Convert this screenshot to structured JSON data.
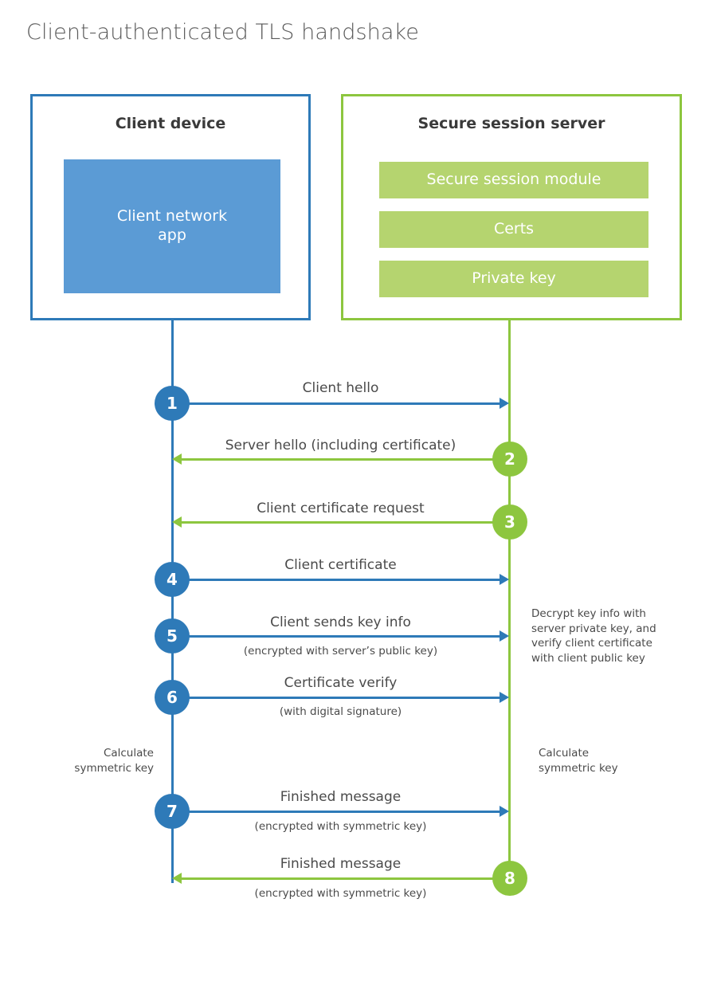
{
  "title": "Client-authenticated TLS handshake",
  "colors": {
    "client_blue": "#2e7ab8",
    "client_app_blue": "#5b9bd5",
    "server_green": "#8dc63f",
    "server_block_green": "#b5d46f",
    "text_gray": "#4a4a4a",
    "title_gray": "#5a5a5a",
    "background": "#ffffff"
  },
  "client": {
    "title": "Client device",
    "blocks": [
      {
        "label": "Client network\napp",
        "line1": "Client network",
        "line2": "app"
      }
    ]
  },
  "server": {
    "title": "Secure session server",
    "blocks": [
      {
        "label": "Secure session module"
      },
      {
        "label": "Certs"
      },
      {
        "label": "Private key"
      }
    ]
  },
  "steps": [
    {
      "number": "1",
      "label": "Client hello",
      "sublabel": "",
      "direction": "client-to-server",
      "color": "blue"
    },
    {
      "number": "2",
      "label": "Server hello (including certificate)",
      "sublabel": "",
      "direction": "server-to-client",
      "color": "green"
    },
    {
      "number": "3",
      "label": "Client certificate request",
      "sublabel": "",
      "direction": "server-to-client",
      "color": "green"
    },
    {
      "number": "4",
      "label": "Client certificate",
      "sublabel": "",
      "direction": "client-to-server",
      "color": "blue"
    },
    {
      "number": "5",
      "label": "Client sends key info",
      "sublabel": "(encrypted with server’s public key)",
      "direction": "client-to-server",
      "color": "blue"
    },
    {
      "number": "6",
      "label": "Certificate verify",
      "sublabel": "(with digital signature)",
      "direction": "client-to-server",
      "color": "blue"
    },
    {
      "number": "7",
      "label": "Finished message",
      "sublabel": "(encrypted with symmetric key)",
      "direction": "client-to-server",
      "color": "blue"
    },
    {
      "number": "8",
      "label": "Finished message",
      "sublabel": "(encrypted with symmetric key)",
      "direction": "server-to-client",
      "color": "green"
    }
  ],
  "notes": {
    "server_decrypt": {
      "lines": [
        "Decrypt key info with",
        "server private key, and",
        "verify client certificate",
        "with client public key"
      ]
    },
    "client_calculate": {
      "lines": [
        "Calculate",
        "symmetric key"
      ]
    },
    "server_calculate": {
      "lines": [
        "Calculate",
        "symmetric key"
      ]
    }
  }
}
